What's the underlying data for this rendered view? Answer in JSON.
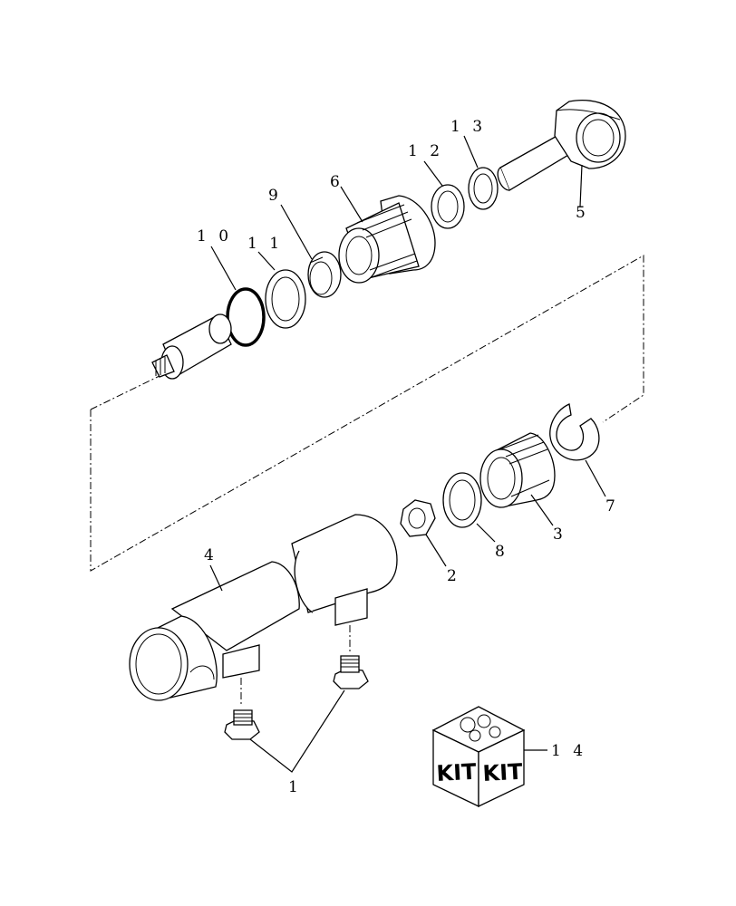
{
  "callouts": {
    "c1": "1",
    "c2": "2",
    "c3": "3",
    "c4": "4",
    "c5": "5",
    "c6": "6",
    "c7": "7",
    "c8": "8",
    "c9": "9",
    "c10": "1 0",
    "c11": "1 1",
    "c12": "1 2",
    "c13": "1 3",
    "c14": "1 4"
  },
  "kit": {
    "left_label": "KIT",
    "right_label": "KIT"
  }
}
